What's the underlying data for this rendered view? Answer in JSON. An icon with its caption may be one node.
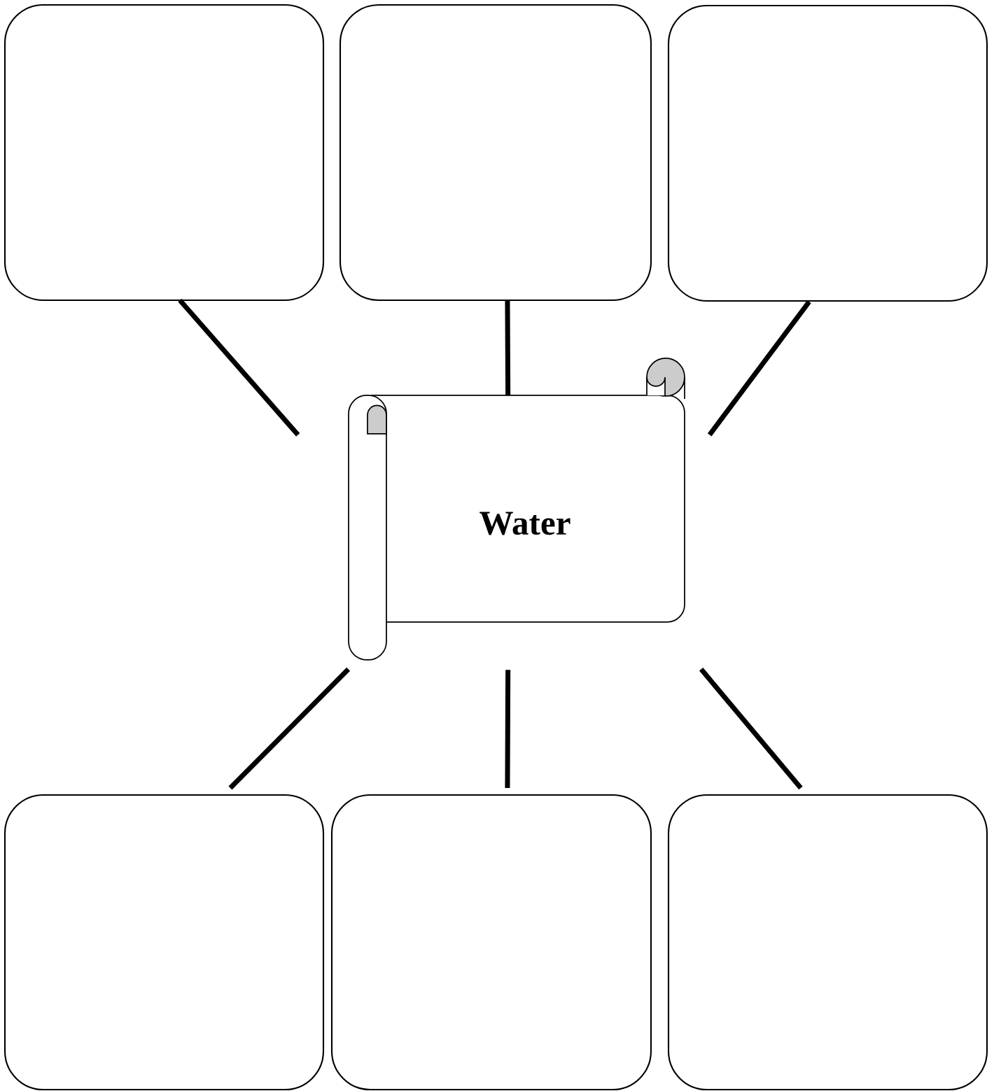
{
  "diagram": {
    "nodes": [
      {
        "text": [],
        "shape": "box"
      },
      {
        "text": [],
        "shape": "box"
      },
      {
        "text": [],
        "shape": "box"
      },
      {
        "text": [
          "Water"
        ]
      },
      {
        "text": [],
        "shape": "box"
      },
      {
        "text": [],
        "shape": "box"
      },
      {
        "text": [],
        "shape": "box"
      }
    ],
    "edges": [
      {
        "from": 3,
        "to": 0,
        "arrow": "none"
      },
      {
        "from": 3,
        "to": 1,
        "arrow": "none"
      },
      {
        "from": 3,
        "to": 2,
        "arrow": "none"
      },
      {
        "from": 3,
        "to": 4,
        "arrow": "none"
      },
      {
        "from": 3,
        "to": 5,
        "arrow": "none"
      },
      {
        "from": 3,
        "to": 6,
        "arrow": "none"
      }
    ]
  }
}
